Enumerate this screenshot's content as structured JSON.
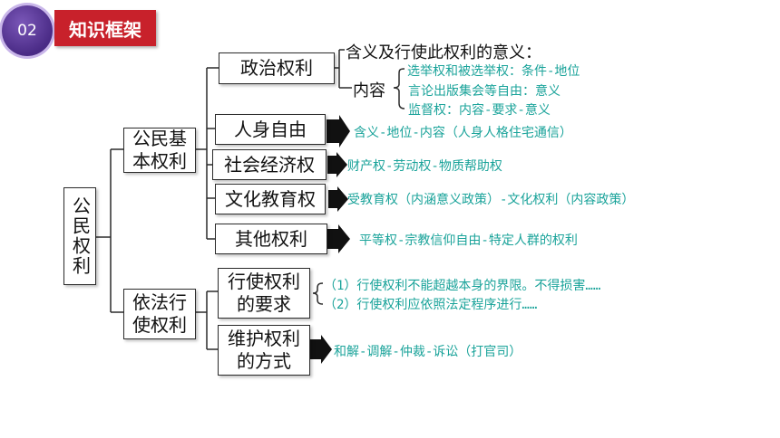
{
  "header": {
    "number": "02",
    "title": "知识框架"
  },
  "root": "公民权利",
  "level1": [
    "公民基本权利",
    "依法行使权利"
  ],
  "rights": [
    "政治权利",
    "人身自由",
    "社会经济权",
    "文化教育权",
    "其他权利"
  ],
  "exercise": [
    "行使权利的要求",
    "维护权利的方式"
  ],
  "political": {
    "meaning": "含义及行使此权利的意义：",
    "content_label": "内容",
    "items": [
      "选举权和被选举权：条件-地位",
      "言论出版集会等自由：意义",
      "监督权：内容-要求-意义"
    ]
  },
  "notes": {
    "personal": "含义-地位-内容（人身人格住宅通信）",
    "economic": "财产权-劳动权-物质帮助权",
    "culture": "受教育权（内涵意义政策）-文化权利（内容政策）",
    "other": "平等权-宗教信仰自由-特定人群的权利",
    "req1": "（1）行使权利不能超越本身的界限。不得损害……",
    "req2": "（2）行使权利应依照法定程序进行……",
    "protect": "和解-调解-仲裁-诉讼（打官司）"
  }
}
